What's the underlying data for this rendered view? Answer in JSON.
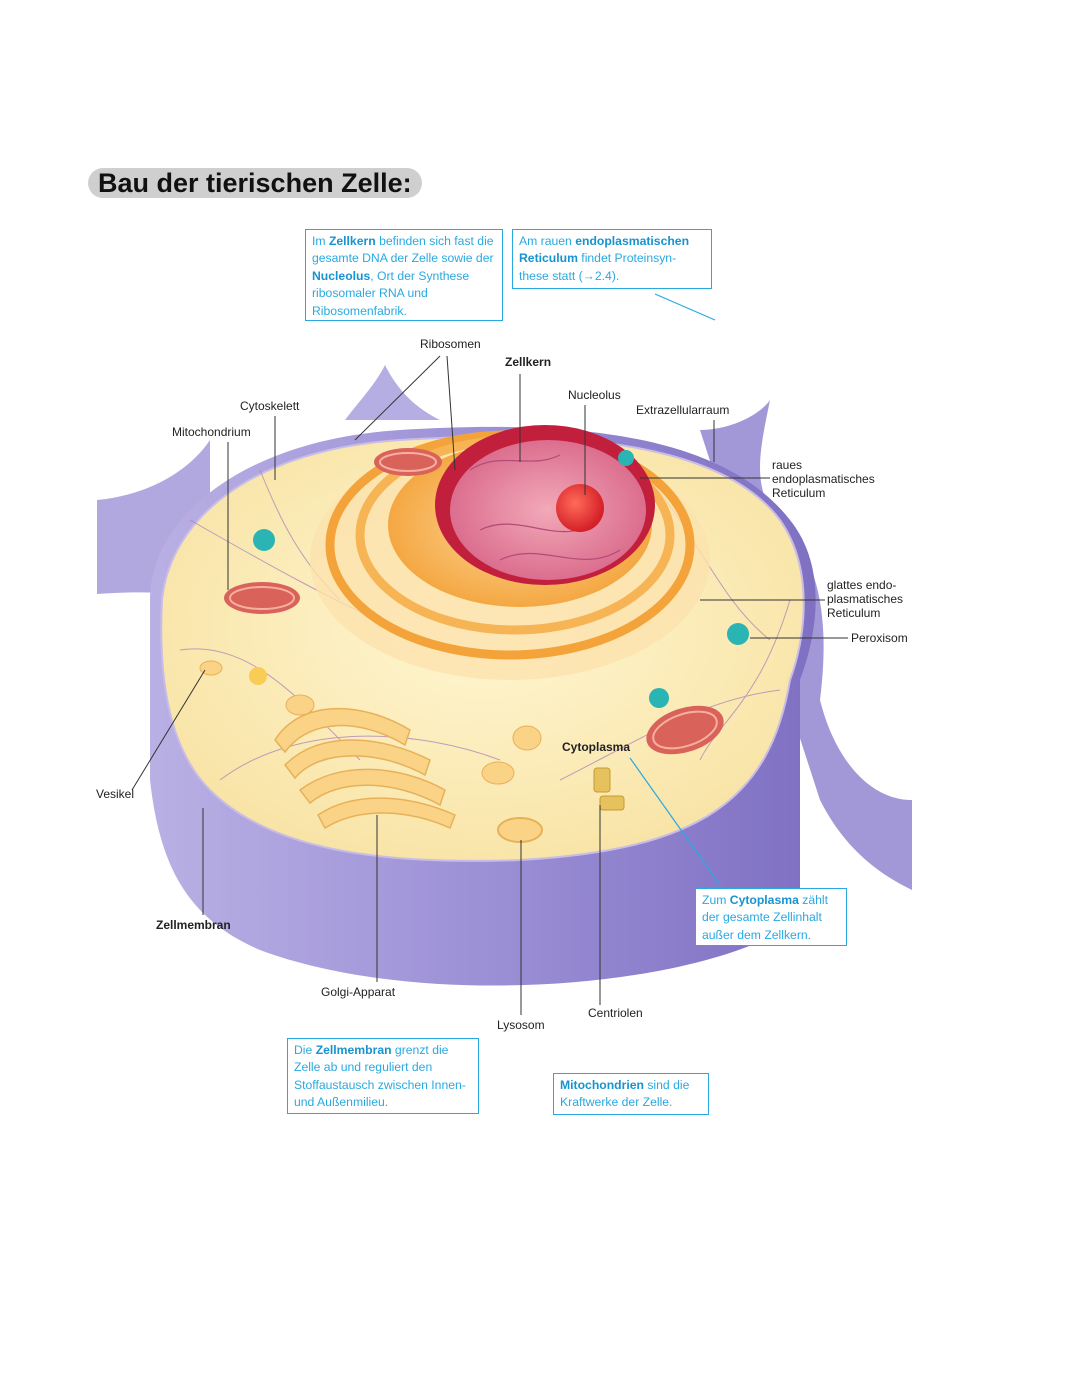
{
  "title": "Bau der tierischen Zelle:",
  "callouts": {
    "zellkern": {
      "pre": "Im ",
      "bold1": "Zellkern",
      "mid1": " befinden sich fast die gesamte DNA der Zelle sowie der ",
      "bold2": "Nucleolus",
      "post": ", Ort der Synthese ribosomaler RNA und Ribosomenfabrik."
    },
    "er": {
      "pre": "Am rauen ",
      "bold": "endoplasmatischen Reticulum",
      "post": " findet Proteinsyn-these statt (→2.4)."
    },
    "cytoplasma": {
      "pre": "Zum ",
      "bold": "Cytoplasma",
      "post": " zählt der gesamte Zellinhalt außer dem Zellkern."
    },
    "zellmembran": {
      "pre": "Die ",
      "bold": "Zellmembran",
      "post": " grenzt die Zelle ab und reguliert den Stoffaustausch zwischen Innen- und Außenmilieu."
    },
    "mitochondrien": {
      "bold": "Mitochondrien",
      "post": " sind die Kraftwerke der Zelle."
    }
  },
  "labels": {
    "ribosomen": "Ribosomen",
    "zellkern": "Zellkern",
    "nucleolus": "Nucleolus",
    "extrazellularraum": "Extrazellularraum",
    "cytoskelett": "Cytoskelett",
    "mitochondrium": "Mitochondrium",
    "raues_er": "raues\nendoplasmatisches\nReticulum",
    "glattes_er": "glattes endo-\nplasmatisches\nReticulum",
    "peroxisom": "Peroxisom",
    "cytoplasma": "Cytoplasma",
    "vesikel": "Vesikel",
    "zellmembran": "Zellmembran",
    "golgi": "Golgi-Apparat",
    "lysosom": "Lysosom",
    "centriolen": "Centriolen"
  },
  "colors": {
    "membrane": "#9a8fd0",
    "cytoplasm": "#fcefb8",
    "nucleus": "#d9365a",
    "er": "#f3a33a",
    "callout": "#29a9e0"
  }
}
